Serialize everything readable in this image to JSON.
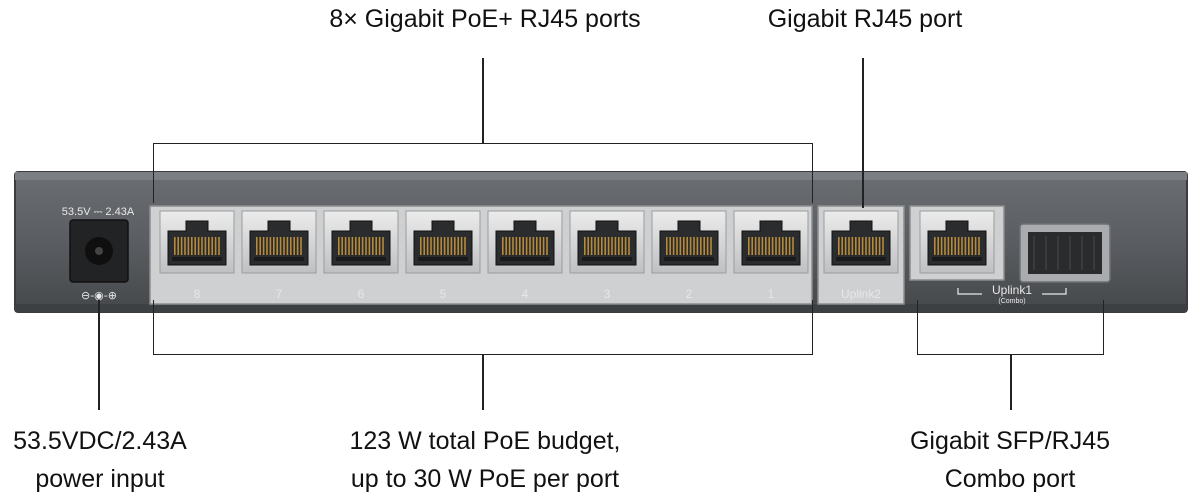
{
  "callouts": {
    "poe_ports": "8× Gigabit PoE+ RJ45 ports",
    "rj45_port": "Gigabit RJ45 port",
    "power_line1": "53.5VDC/2.43A",
    "power_line2": "power input",
    "budget_line1": "123 W total PoE budget,",
    "budget_line2": "up to 30 W PoE per port",
    "combo_line1": "Gigabit SFP/RJ45",
    "combo_line2": "Combo port"
  },
  "device": {
    "power_rating": "53.5V ⎓ 2.43A",
    "polarity_symbol": "⊖-◉-⊕",
    "port_labels": [
      "8",
      "7",
      "6",
      "5",
      "4",
      "3",
      "2",
      "1"
    ],
    "uplink2_label": "Uplink2",
    "uplink1_label": "Uplink1",
    "uplink1_sublabel": "(Combo)"
  },
  "colors": {
    "chassis": "#5a5d61",
    "chassis_edge": "#3a3c3f",
    "port_frame": "#d9dadb",
    "port_jack": "#2b2c2e",
    "port_pins": "#b58a3a"
  }
}
